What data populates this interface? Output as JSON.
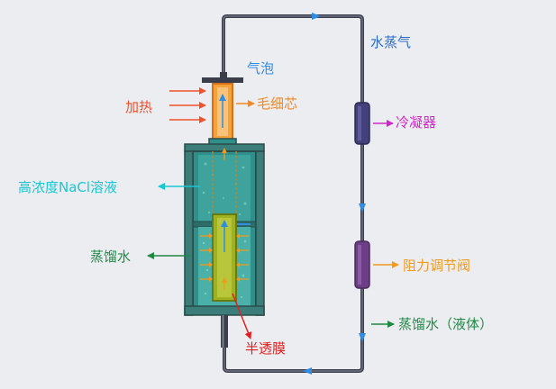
{
  "labels": {
    "bubble": "气泡",
    "water_vapor": "水蒸气",
    "heating": "加热",
    "capillary": "毛细芯",
    "condenser": "冷凝器",
    "nacl_solution": "高浓度NaCl溶液",
    "distilled_water": "蒸馏水",
    "valve": "阻力调节阀",
    "distilled_water_liquid": "蒸馏水（液体）",
    "membrane": "半透膜"
  },
  "colors": {
    "background": "#ecedf1",
    "pipe": "#3a3d4a",
    "flow_arrow": "#2f8de4",
    "bubble_label": "#2f8de4",
    "water_vapor_label": "#2a6cc7",
    "heating": "#f0502a",
    "capillary": "#f08a24",
    "condenser": "#cf2ac9",
    "condenser_body": "#43407a",
    "nacl_label": "#19c7d4",
    "distilled_label": "#1f8a45",
    "valve_label": "#f09a1e",
    "valve_body": "#6b3e86",
    "membrane_label": "#e02020",
    "tank_body": "#2f8f8a",
    "tank_solution": "#3fa39d",
    "inner_tube": "#9fb11e"
  }
}
